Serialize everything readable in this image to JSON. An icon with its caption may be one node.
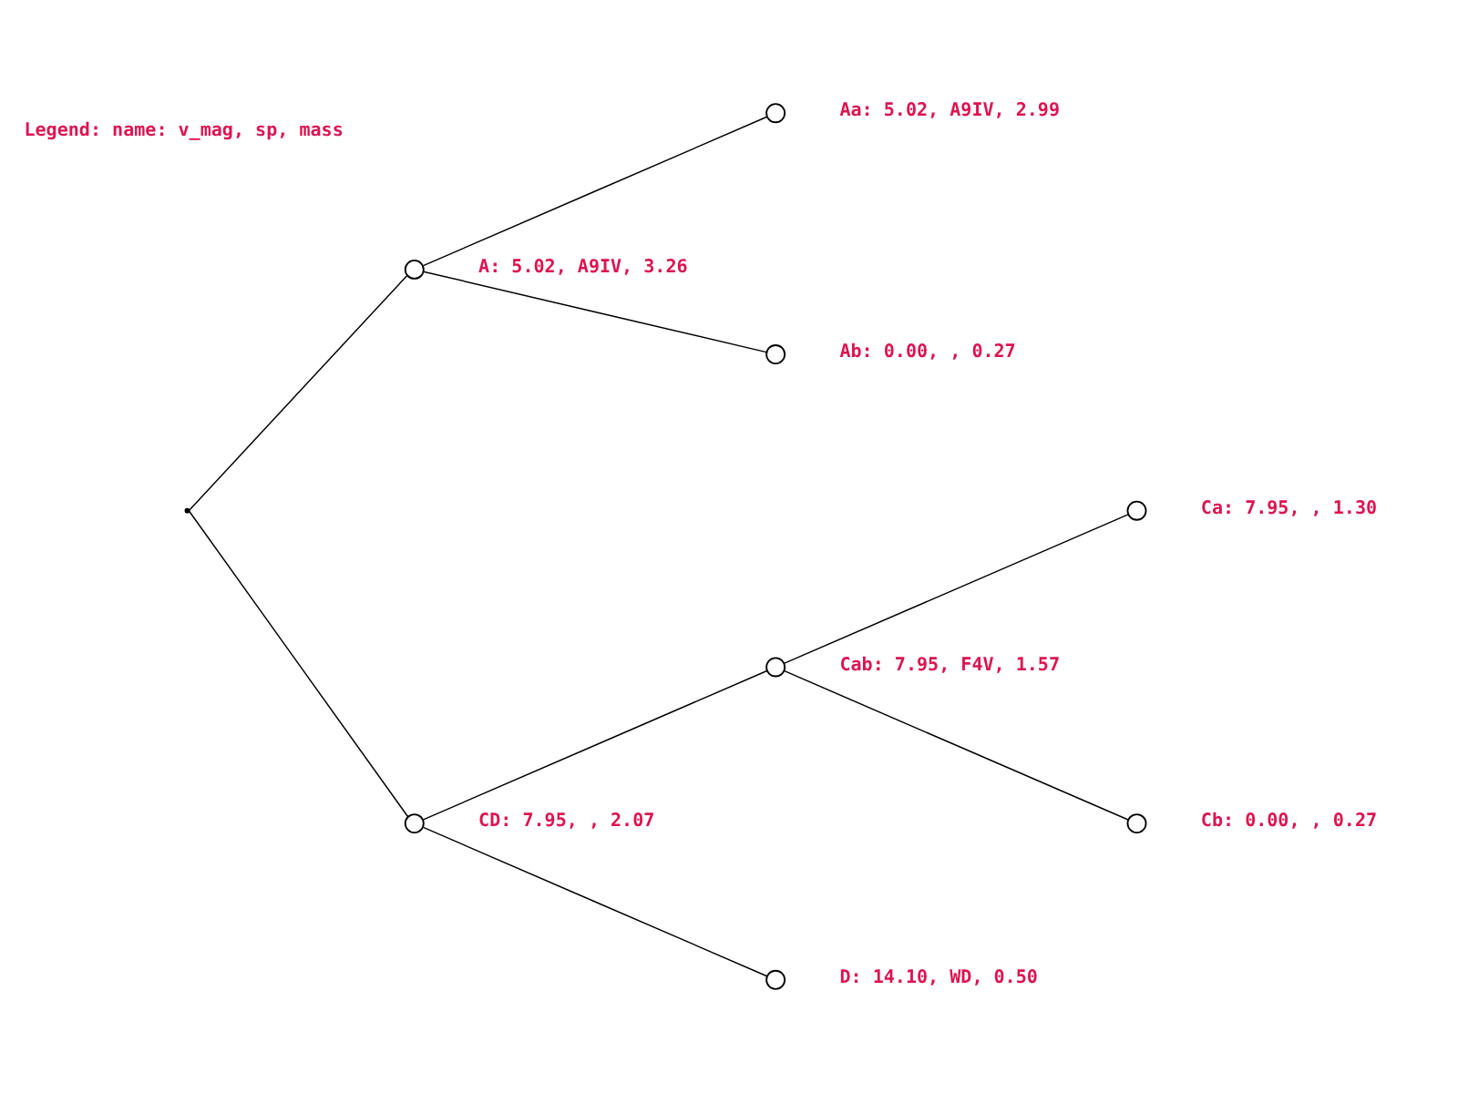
{
  "diagram": {
    "nodes": [
      {
        "text": [],
        "shape": "point"
      },
      {
        "text": [],
        "shape": "circle",
        "beside": [
          "A: 5.02, A9IV, 3.26"
        ]
      },
      {
        "text": [],
        "shape": "circle",
        "beside": [
          "Aa: 5.02, A9IV, 2.99"
        ]
      },
      {
        "text": [],
        "shape": "circle",
        "beside": [
          "Ab: 0.00, , 0.27"
        ]
      },
      {
        "text": [],
        "shape": "circle",
        "beside": [
          "CD: 7.95, , 2.07"
        ]
      },
      {
        "text": [],
        "shape": "circle",
        "beside": [
          "Cab: 7.95, F4V, 1.57"
        ]
      },
      {
        "text": [],
        "shape": "circle",
        "beside": [
          "Ca: 7.95, , 1.30"
        ]
      },
      {
        "text": [],
        "shape": "circle",
        "beside": [
          "Cb: 0.00, , 0.27"
        ]
      },
      {
        "text": [],
        "shape": "circle",
        "beside": [
          "D: 14.10, WD, 0.50"
        ]
      }
    ],
    "edges": [
      {
        "from": 0,
        "to": 1,
        "arrow": "none"
      },
      {
        "from": 0,
        "to": 4,
        "arrow": "none"
      },
      {
        "from": 1,
        "to": 2,
        "arrow": "none"
      },
      {
        "from": 1,
        "to": 3,
        "arrow": "none"
      },
      {
        "from": 4,
        "to": 5,
        "arrow": "none"
      },
      {
        "from": 4,
        "to": 8,
        "arrow": "none"
      },
      {
        "from": 5,
        "to": 6,
        "arrow": "none"
      },
      {
        "from": 5,
        "to": 7,
        "arrow": "none"
      }
    ],
    "labels": [
      "Legend: name: v_mag, sp, mass"
    ]
  }
}
